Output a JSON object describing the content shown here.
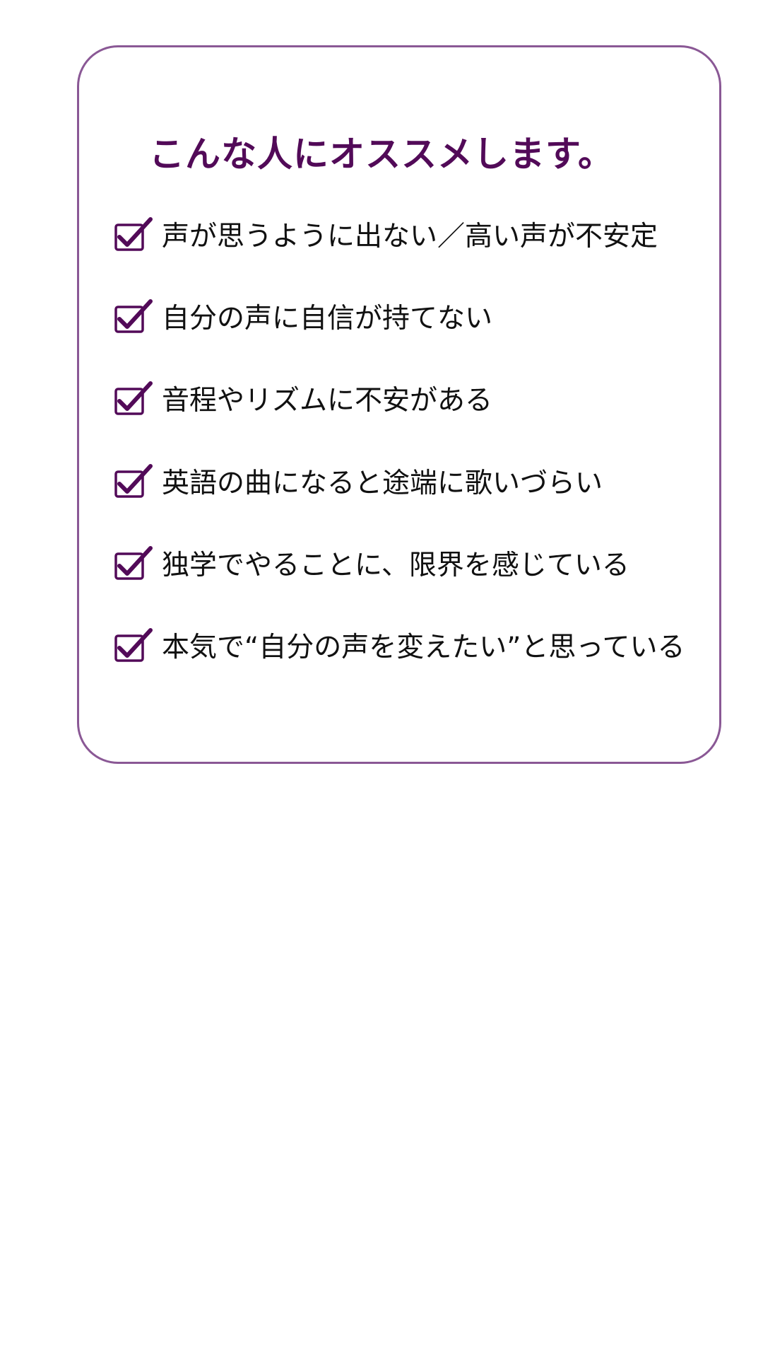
{
  "title": "こんな人にオススメします。",
  "colors": {
    "accent": "#520a58",
    "border": "#8a5895"
  },
  "items": [
    {
      "label": "声が思うように出ない／高い声が不安定",
      "icon": "checked-box-icon"
    },
    {
      "label": "自分の声に自信が持てない",
      "icon": "checked-box-icon"
    },
    {
      "label": "音程やリズムに不安がある",
      "icon": "checked-box-icon"
    },
    {
      "label": "英語の曲になると途端に歌いづらい",
      "icon": "checked-box-icon"
    },
    {
      "label": "独学でやることに、限界を感じている",
      "icon": "checked-box-icon"
    },
    {
      "label": "本気で“自分の声を変えたい”と思っている",
      "icon": "checked-box-icon"
    }
  ]
}
